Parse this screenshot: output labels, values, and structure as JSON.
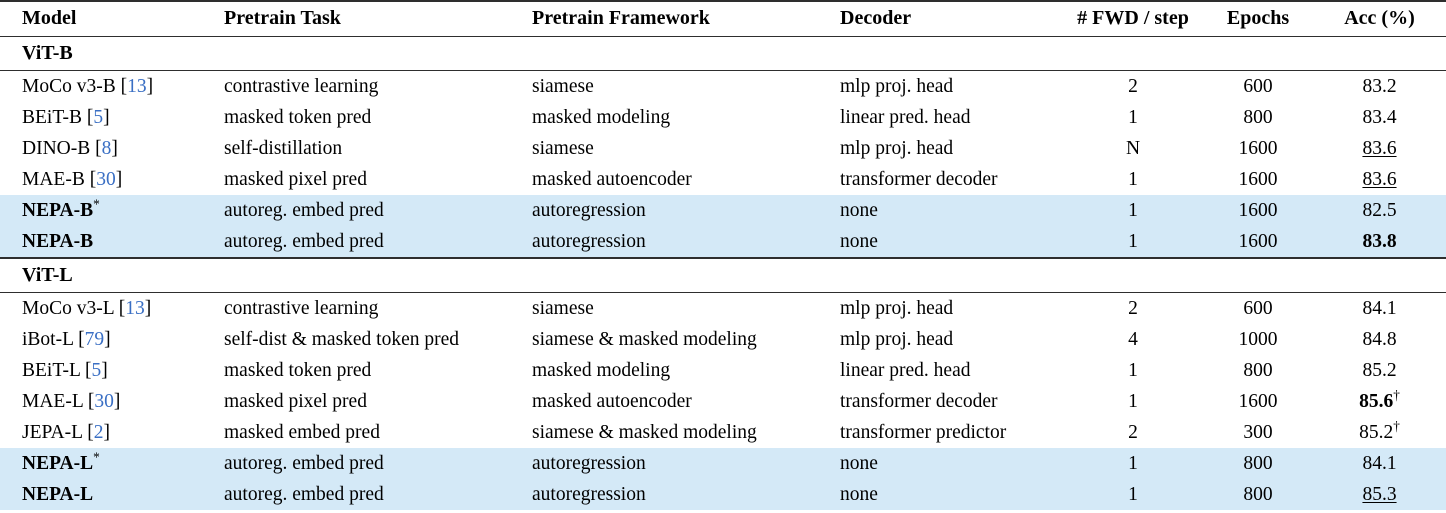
{
  "table": {
    "columns": [
      {
        "key": "model",
        "label": "Model",
        "align": "left"
      },
      {
        "key": "task",
        "label": "Pretrain Task",
        "align": "left"
      },
      {
        "key": "framework",
        "label": "Pretrain Framework",
        "align": "left"
      },
      {
        "key": "decoder",
        "label": "Decoder",
        "align": "left"
      },
      {
        "key": "fwd",
        "label": "# FWD / step",
        "align": "center"
      },
      {
        "key": "epochs",
        "label": "Epochs",
        "align": "center"
      },
      {
        "key": "acc",
        "label": "Acc (%)",
        "align": "center"
      }
    ],
    "groups": [
      {
        "name": "ViT-B",
        "rows": [
          {
            "model": "MoCo v3-B",
            "cite": "13",
            "task": "contrastive learning",
            "framework": "siamese",
            "decoder": "mlp proj. head",
            "fwd": "2",
            "epochs": "600",
            "acc": "83.2",
            "bold": false,
            "highlight": false,
            "acc_bold": false,
            "acc_underline": false,
            "acc_mark": ""
          },
          {
            "model": "BEiT-B",
            "cite": "5",
            "task": "masked token pred",
            "framework": "masked modeling",
            "decoder": "linear pred. head",
            "fwd": "1",
            "epochs": "800",
            "acc": "83.4",
            "bold": false,
            "highlight": false,
            "acc_bold": false,
            "acc_underline": false,
            "acc_mark": ""
          },
          {
            "model": "DINO-B",
            "cite": "8",
            "task": "self-distillation",
            "framework": "siamese",
            "decoder": "mlp proj. head",
            "fwd": "N",
            "epochs": "1600",
            "acc": "83.6",
            "bold": false,
            "highlight": false,
            "acc_bold": false,
            "acc_underline": true,
            "acc_mark": ""
          },
          {
            "model": "MAE-B",
            "cite": "30",
            "task": "masked pixel pred",
            "framework": "masked autoencoder",
            "decoder": "transformer decoder",
            "fwd": "1",
            "epochs": "1600",
            "acc": "83.6",
            "bold": false,
            "highlight": false,
            "acc_bold": false,
            "acc_underline": true,
            "acc_mark": ""
          },
          {
            "model": "NEPA-B",
            "cite": "",
            "model_mark": "*",
            "task": "autoreg. embed pred",
            "framework": "autoregression",
            "decoder": "none",
            "fwd": "1",
            "epochs": "1600",
            "acc": "82.5",
            "bold": true,
            "highlight": true,
            "acc_bold": false,
            "acc_underline": false,
            "acc_mark": ""
          },
          {
            "model": "NEPA-B",
            "cite": "",
            "model_mark": "",
            "task": "autoreg. embed pred",
            "framework": "autoregression",
            "decoder": "none",
            "fwd": "1",
            "epochs": "1600",
            "acc": "83.8",
            "bold": true,
            "highlight": true,
            "acc_bold": true,
            "acc_underline": false,
            "acc_mark": ""
          }
        ]
      },
      {
        "name": "ViT-L",
        "rows": [
          {
            "model": "MoCo v3-L",
            "cite": "13",
            "task": "contrastive learning",
            "framework": "siamese",
            "decoder": "mlp proj. head",
            "fwd": "2",
            "epochs": "600",
            "acc": "84.1",
            "bold": false,
            "highlight": false,
            "acc_bold": false,
            "acc_underline": false,
            "acc_mark": ""
          },
          {
            "model": "iBot-L",
            "cite": "79",
            "task": "self-dist & masked token pred",
            "framework": "siamese & masked modeling",
            "decoder": "mlp proj. head",
            "fwd": "4",
            "epochs": "1000",
            "acc": "84.8",
            "bold": false,
            "highlight": false,
            "acc_bold": false,
            "acc_underline": false,
            "acc_mark": ""
          },
          {
            "model": "BEiT-L",
            "cite": "5",
            "task": "masked token pred",
            "framework": "masked modeling",
            "decoder": "linear pred. head",
            "fwd": "1",
            "epochs": "800",
            "acc": "85.2",
            "bold": false,
            "highlight": false,
            "acc_bold": false,
            "acc_underline": false,
            "acc_mark": ""
          },
          {
            "model": "MAE-L",
            "cite": "30",
            "task": "masked pixel pred",
            "framework": "masked autoencoder",
            "decoder": "transformer decoder",
            "fwd": "1",
            "epochs": "1600",
            "acc": "85.6",
            "bold": false,
            "highlight": false,
            "acc_bold": true,
            "acc_underline": false,
            "acc_mark": "†"
          },
          {
            "model": "JEPA-L",
            "cite": "2",
            "task": "masked embed pred",
            "framework": "siamese & masked modeling",
            "decoder": "transformer predictor",
            "fwd": "2",
            "epochs": "300",
            "acc": "85.2",
            "bold": false,
            "highlight": false,
            "acc_bold": false,
            "acc_underline": false,
            "acc_mark": "†"
          },
          {
            "model": "NEPA-L",
            "cite": "",
            "model_mark": "*",
            "task": "autoreg. embed pred",
            "framework": "autoregression",
            "decoder": "none",
            "fwd": "1",
            "epochs": "800",
            "acc": "84.1",
            "bold": true,
            "highlight": true,
            "acc_bold": false,
            "acc_underline": false,
            "acc_mark": ""
          },
          {
            "model": "NEPA-L",
            "cite": "",
            "model_mark": "",
            "task": "autoreg. embed pred",
            "framework": "autoregression",
            "decoder": "none",
            "fwd": "1",
            "epochs": "800",
            "acc": "85.3",
            "bold": true,
            "highlight": true,
            "acc_bold": false,
            "acc_underline": true,
            "acc_mark": ""
          }
        ]
      }
    ]
  },
  "colors": {
    "highlight": "#d4e9f7",
    "citation": "#3a6fc4",
    "rule": "#2e2e2e"
  }
}
